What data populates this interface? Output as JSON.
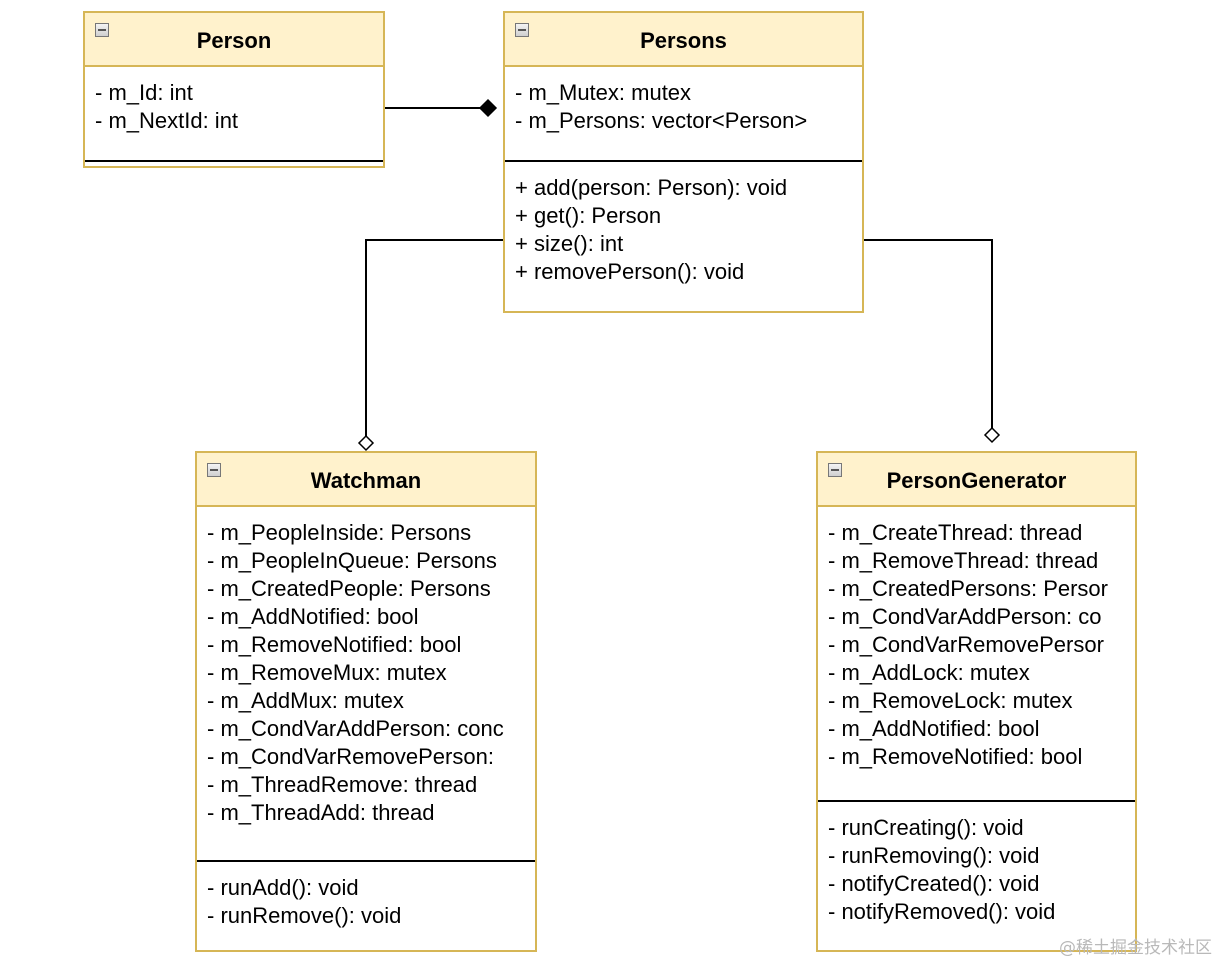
{
  "classes": {
    "person": {
      "name": "Person",
      "attributes": [
        "- m_Id: int",
        "- m_NextId: int"
      ],
      "methods": []
    },
    "persons": {
      "name": "Persons",
      "attributes": [
        "- m_Mutex: mutex",
        "- m_Persons: vector<Person>"
      ],
      "methods": [
        "+ add(person: Person): void",
        "+ get(): Person",
        "+ size(): int",
        "+ removePerson(): void"
      ]
    },
    "watchman": {
      "name": "Watchman",
      "attributes": [
        "- m_PeopleInside: Persons",
        "- m_PeopleInQueue: Persons",
        "- m_CreatedPeople: Persons",
        "- m_AddNotified: bool",
        "- m_RemoveNotified: bool",
        "- m_RemoveMux: mutex",
        "- m_AddMux: mutex",
        "- m_CondVarAddPerson: conc",
        "- m_CondVarRemovePerson:",
        "- m_ThreadRemove: thread",
        "- m_ThreadAdd: thread"
      ],
      "methods": [
        "- runAdd(): void",
        "- runRemove(): void"
      ]
    },
    "generator": {
      "name": "PersonGenerator",
      "attributes": [
        "- m_CreateThread: thread",
        "- m_RemoveThread: thread",
        "- m_CreatedPersons: Persor",
        "- m_CondVarAddPerson: co",
        "- m_CondVarRemovePersor",
        "- m_AddLock: mutex",
        "- m_RemoveLock: mutex",
        "- m_AddNotified: bool",
        "- m_RemoveNotified: bool"
      ],
      "methods": [
        "- runCreating(): void",
        "- runRemoving(): void",
        "- notifyCreated(): void",
        "- notifyRemoved(): void"
      ]
    }
  },
  "relations": [
    {
      "from": "Person",
      "to": "Persons",
      "type": "composition"
    },
    {
      "from": "Persons",
      "to": "Watchman",
      "type": "aggregation"
    },
    {
      "from": "Persons",
      "to": "PersonGenerator",
      "type": "aggregation"
    }
  ],
  "watermark": "@稀土掘金技术社区",
  "colors": {
    "header_fill": "#fff2cc",
    "border": "#d6b656",
    "line": "#000000"
  },
  "icons": {
    "collapse": "collapse-box-icon"
  }
}
